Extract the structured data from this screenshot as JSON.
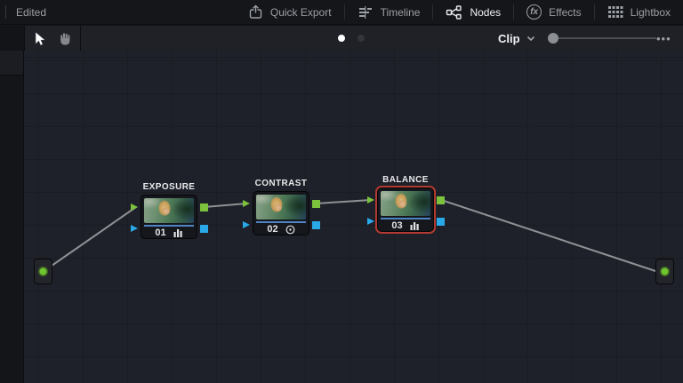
{
  "top_bar": {
    "edited_label": "Edited",
    "buttons": [
      {
        "label": "Quick Export",
        "icon": "quick-export-icon",
        "active": false
      },
      {
        "label": "Timeline",
        "icon": "timeline-icon",
        "active": false
      },
      {
        "label": "Nodes",
        "icon": "nodes-icon",
        "active": true
      },
      {
        "label": "Effects",
        "icon": "effects-icon",
        "active": false
      },
      {
        "label": "Lightbox",
        "icon": "lightbox-icon",
        "active": false
      }
    ],
    "effects_glyph": "fx"
  },
  "toolbar": {
    "tools": [
      {
        "name": "pointer",
        "active": true
      },
      {
        "name": "pan",
        "active": false
      }
    ],
    "page_dots": [
      {
        "active": true
      },
      {
        "active": false
      }
    ],
    "clip": {
      "label": "Clip"
    },
    "zoom_slider": {
      "position_pct": 0
    },
    "menu_glyph": "•••"
  },
  "graph": {
    "nodes": [
      {
        "number": "01",
        "label": "EXPOSURE",
        "badge_icon": "histogram-icon",
        "selected": false
      },
      {
        "number": "02",
        "label": "CONTRAST",
        "badge_icon": "circle-dot-icon",
        "selected": false
      },
      {
        "number": "03",
        "label": "BALANCE",
        "badge_icon": "histogram-icon",
        "selected": true
      }
    ],
    "colors": {
      "rgb_port_green": "#7dc23c",
      "key_port_blue": "#2aa9e9",
      "selection_red": "#b23a30",
      "node_divider_blue": "#4d84c4",
      "connection_gray": "#8f9195",
      "io_dot_green": "#6fc42f"
    }
  }
}
